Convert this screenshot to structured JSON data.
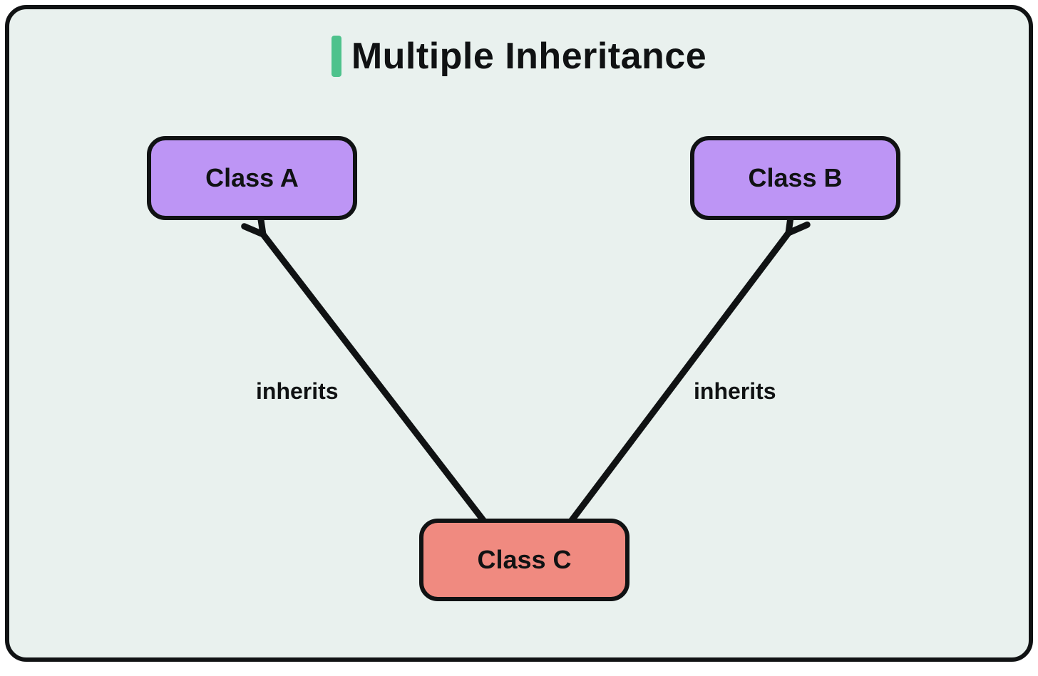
{
  "title": {
    "text": "Multiple Inheritance",
    "accent_color": "#4ec28c"
  },
  "diagram": {
    "type": "class-inheritance",
    "nodes": [
      {
        "id": "class-a",
        "label": "Class A",
        "fill": "#bd95f5",
        "position": "top-left"
      },
      {
        "id": "class-b",
        "label": "Class B",
        "fill": "#bd95f5",
        "position": "top-right"
      },
      {
        "id": "class-c",
        "label": "Class C",
        "fill": "#f08a80",
        "position": "bottom-center"
      }
    ],
    "edges": [
      {
        "from": "class-c",
        "to": "class-a",
        "label": "inherits",
        "arrow": "open-arrowhead"
      },
      {
        "from": "class-c",
        "to": "class-b",
        "label": "inherits",
        "arrow": "open-arrowhead"
      }
    ]
  },
  "colors": {
    "panel_background": "#e9f1ee",
    "outer_background": "#ffffff",
    "stroke": "#101213",
    "node_parent_fill": "#bd95f5",
    "node_child_fill": "#f08a80",
    "accent_green": "#4ec28c"
  }
}
